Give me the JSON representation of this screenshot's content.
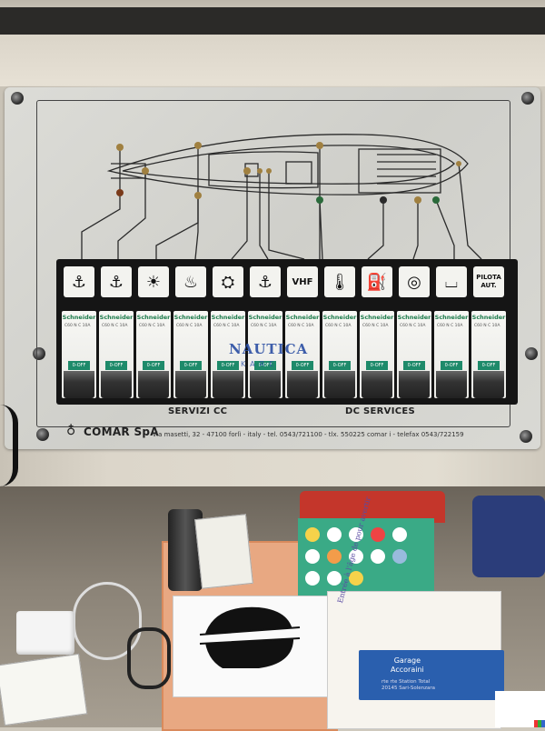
{
  "panel": {
    "icons": [
      {
        "name": "anchor-light-icon",
        "glyph": "⚓"
      },
      {
        "name": "steaming-light-icon",
        "glyph": "⚓"
      },
      {
        "name": "deck-light-icon",
        "glyph": "☀"
      },
      {
        "name": "cabin-light-icon",
        "glyph": "♨"
      },
      {
        "name": "instrument-light-icon",
        "glyph": "⛭"
      },
      {
        "name": "nav-light-icon",
        "glyph": "⚓"
      },
      {
        "name": "vhf-text",
        "text": "VHF"
      },
      {
        "name": "thermometer-icon",
        "glyph": "🌡"
      },
      {
        "name": "water-pump-icon",
        "glyph": "⛽"
      },
      {
        "name": "horn-icon",
        "glyph": "◎"
      },
      {
        "name": "bilge-pump-icon",
        "glyph": "⌴"
      },
      {
        "name": "pilota-text",
        "text": "PILOTA AUT."
      }
    ],
    "breaker_brand": "Schneider",
    "breaker_spec": "C60 N   C 10A",
    "breaker_lever": "0-OFF",
    "breaker_count": 12,
    "label_servizi": "SERVIZI CC",
    "label_dc": "DC SERVICES",
    "maker_name": "COMAR SpA",
    "maker_address": "via masetti, 32 - 47100 forlì - italy - tel. 0543/721100 - tlx. 550225 comar i - telefax 0543/722159"
  },
  "watermark": {
    "title": "NAUTICA",
    "subtitle": "KARE"
  },
  "shelf": {
    "handwritten_note": "Entrée à l'âge de pour avertir",
    "business_card_title": "Garage\nAccoraini",
    "business_card_address": "rte rte Station Total\n20145 Sari-Solenzara"
  },
  "colors": {
    "breaker_green": "#1e8a6a",
    "watermark_blue": "#2a4ea3",
    "panel_black": "#151515",
    "polka_green": "#3aaa86"
  }
}
